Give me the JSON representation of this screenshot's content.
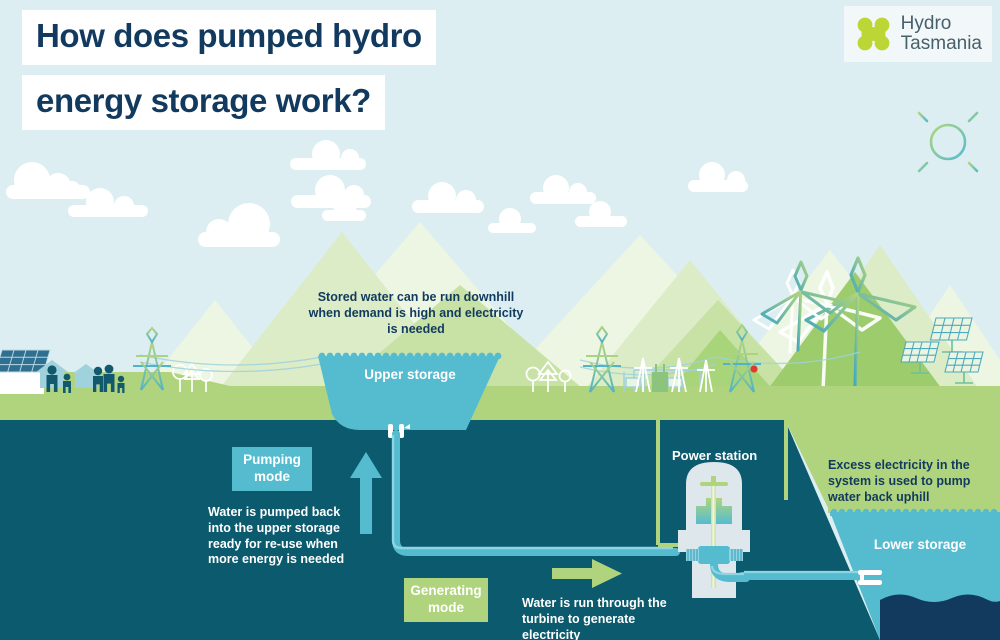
{
  "title": {
    "line1": "How does pumped hydro",
    "line2": "energy storage work?"
  },
  "logo": {
    "name_line1": "Hydro",
    "name_line2": "Tasmania",
    "icon": "hydro-tasmania-molecule-icon"
  },
  "labels": {
    "upper_storage": "Upper storage",
    "lower_storage": "Lower storage",
    "power_station": "Power station",
    "pumping_mode": "Pumping\nmode",
    "generating_mode": "Generating\nmode"
  },
  "callouts": {
    "stored_water": "Stored water can be run downhill\nwhen demand is high and electricity\nis needed",
    "excess_electricity": "Excess electricity in the\nsystem is used to pump\nwater back uphill",
    "pumping": "Water is pumped back\ninto the upper storage\nready for re-use when\nmore energy is needed",
    "turbine": "Water is run through the\nturbine to generate electricity"
  },
  "icons": {
    "sun": "sun-icon",
    "clouds": "cloud-icon",
    "wind_turbine": "wind-turbine-icon",
    "solar_panel": "solar-panel-icon",
    "transmission_tower": "transmission-tower-icon",
    "house": "house-icon",
    "person": "person-icon",
    "tree": "tree-icon",
    "up_arrow": "arrow-up-icon",
    "right_arrow": "arrow-right-icon",
    "turbine_machine": "turbine-generator-icon"
  },
  "colors": {
    "sky": "#dceef1",
    "underground": "#0b5a6d",
    "water": "#55bcd0",
    "deep_water": "#123a5e",
    "green_ground": "#b0d47e",
    "mountain_light": "#e8f2dc",
    "mountain_mid": "#d5e8c0",
    "mountain_dark": "#9ccc6b",
    "navy_text": "#123a5e",
    "logo_green": "#bcd636",
    "warning_light": "#e03a2f"
  }
}
